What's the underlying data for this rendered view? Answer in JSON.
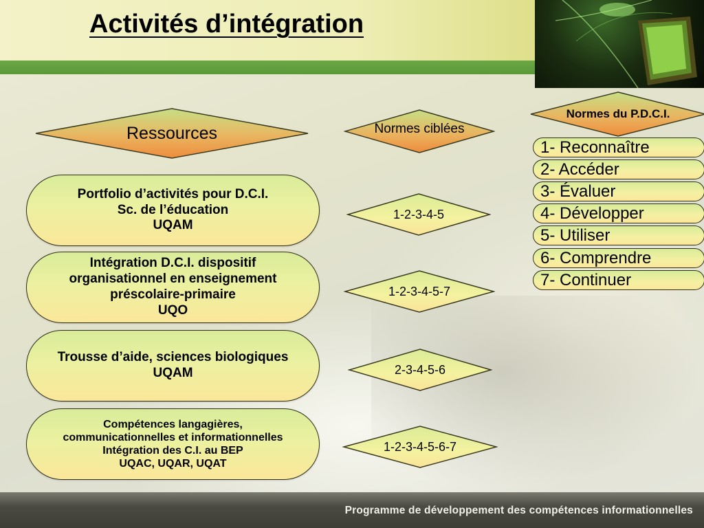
{
  "title": "Activités d’intégration",
  "headers": {
    "resources": "Ressources",
    "targeted_norms": "Normes ciblées",
    "pdci_norms": "Normes du P.D.C.I."
  },
  "resources": [
    {
      "lines": [
        "Portfolio d’activités pour D.C.I.",
        "Sc. de l’éducation",
        "UQAM"
      ],
      "norms": "1-2-3-4-5"
    },
    {
      "lines": [
        "Intégration D.C.I. dispositif",
        "organisationnel en enseignement",
        "préscolaire-primaire",
        "UQO"
      ],
      "norms": "1-2-3-4-5-7"
    },
    {
      "lines": [
        "Trousse d’aide, sciences biologiques",
        "UQAM"
      ],
      "norms": "2-3-4-5-6"
    },
    {
      "lines": [
        "Compétences langagières,",
        "communicationnelles et informationnelles",
        "Intégration des C.I. au BEP",
        "UQAC, UQAR, UQAT"
      ],
      "norms": "1-2-3-4-5-6-7"
    }
  ],
  "pdci_norms": [
    "1- Reconnaître",
    "2- Accéder",
    "3- Évaluer",
    "4- Développer",
    "5- Utiliser",
    "6- Comprendre",
    "7- Continuer"
  ],
  "footer": "Programme de développement des compétences informationnelles",
  "colors": {
    "diamond_header_top": "#c6df86",
    "diamond_header_bottom": "#ee8c3c",
    "diamond_norm_fill": "#f4f2a0",
    "green_bar": "#5a9838",
    "footer_bar": "#44443c"
  }
}
